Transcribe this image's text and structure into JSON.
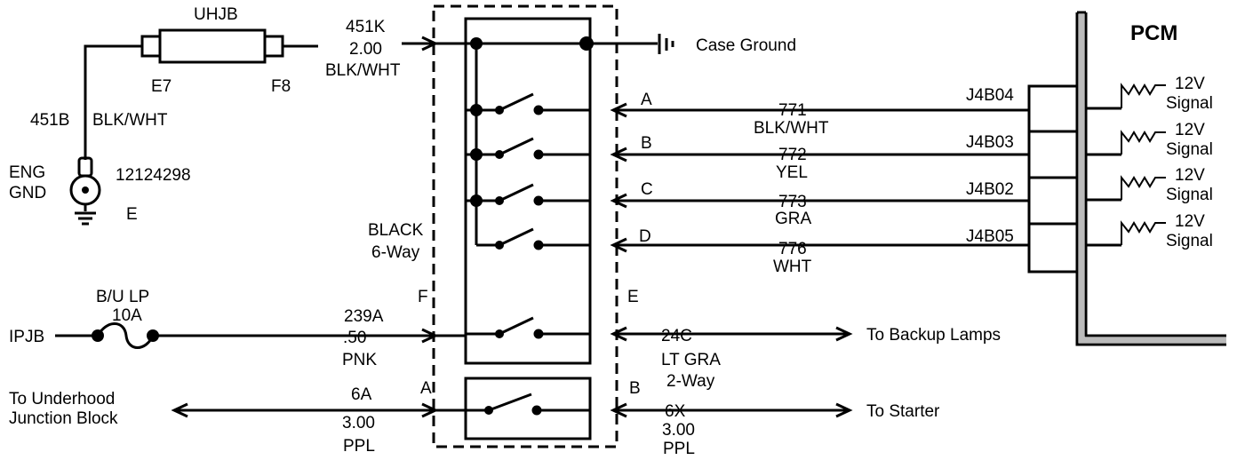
{
  "ground": {
    "uhjb": "UHJB",
    "e7": "E7",
    "f8": "F8",
    "wire_451b": "451B",
    "blk_wht": "BLK/WHT",
    "eng": "ENG",
    "gnd": "GND",
    "part_no": "12124298",
    "e": "E"
  },
  "top_wire": {
    "circuit": "451K",
    "gauge": "2.00",
    "color": "BLK/WHT",
    "case_ground": "Case Ground"
  },
  "switch": {
    "black": "BLACK",
    "six_way": "6-Way",
    "pin_f": "F",
    "pin_e": "E",
    "pin_a": "A",
    "pin_b": "B"
  },
  "signals": [
    {
      "pin": "A",
      "circuit": "771",
      "color": "BLK/WHT",
      "connector": "J4B04"
    },
    {
      "pin": "B",
      "circuit": "772",
      "color": "YEL",
      "connector": "J4B03"
    },
    {
      "pin": "C",
      "circuit": "773",
      "color": "GRA",
      "connector": "J4B02"
    },
    {
      "pin": "D",
      "circuit": "776",
      "color": "WHT",
      "connector": "J4B05"
    }
  ],
  "pcm": {
    "title": "PCM",
    "v12": "12V",
    "signal": "Signal"
  },
  "backup": {
    "ipjb": "IPJB",
    "fuse_name": "B/U LP",
    "fuse_rating": "10A",
    "circuit": "239A",
    "gauge": ".50",
    "color": "PNK",
    "out_circuit": "24C",
    "out_color": "LT GRA",
    "out_conn": "2-Way",
    "dest": "To  Backup Lamps"
  },
  "starter": {
    "src_line1": "To Underhood",
    "src_line2": "Junction Block",
    "circuit": "6A",
    "gauge": "3.00",
    "color": "PPL",
    "out_circuit": "6X",
    "out_gauge": "3.00",
    "out_color": "PPL",
    "dest": "To Starter"
  }
}
